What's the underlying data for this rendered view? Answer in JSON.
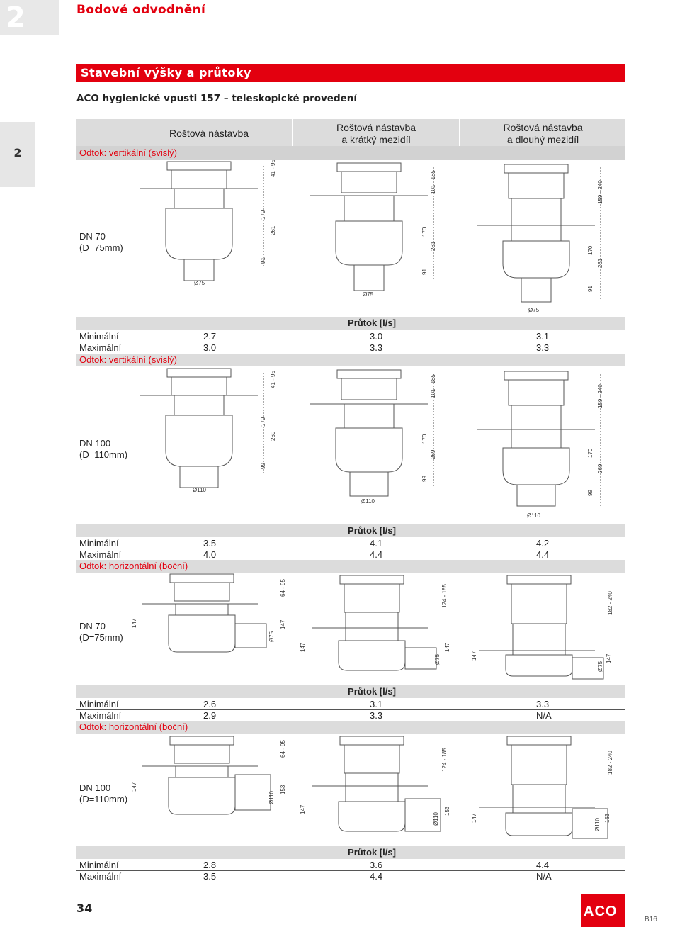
{
  "header": {
    "chapter": "2",
    "title": "Bodové odvodnění",
    "side_tab": "2"
  },
  "section": {
    "banner": "Stavební výšky a průtoky",
    "subtitle": "ACO hygienické vpusti 157 – teleskopické provedení"
  },
  "columns": [
    "Roštová nástavba",
    "Roštová nástavba\na krátký mezidíl",
    "Roštová nástavba\na dlouhý mezidíl"
  ],
  "labels": {
    "flow_title": "Průtok [l/s]",
    "min": "Minimální",
    "max": "Maximální"
  },
  "sections": [
    {
      "outlet": "Odtok: vertikální (svislý)",
      "dn": "DN 70\n(D=75mm)",
      "diameter": "Ø75",
      "dims": [
        [
          "41 - 95",
          "170",
          "261",
          "91"
        ],
        [
          "101 - 185",
          "170",
          "261",
          "91"
        ],
        [
          "159 - 240",
          "170",
          "261",
          "91"
        ]
      ],
      "min": [
        "2.7",
        "3.0",
        "3.1"
      ],
      "max": [
        "3.0",
        "3.3",
        "3.3"
      ]
    },
    {
      "outlet": "Odtok: vertikální (svislý)",
      "dn": "DN 100\n(D=110mm)",
      "diameter": "Ø110",
      "dims": [
        [
          "41 - 95",
          "170",
          "269",
          "99"
        ],
        [
          "101 - 185",
          "170",
          "269",
          "99"
        ],
        [
          "159 - 240",
          "170",
          "269",
          "99"
        ]
      ],
      "min": [
        "3.5",
        "4.1",
        "4.2"
      ],
      "max": [
        "4.0",
        "4.4",
        "4.4"
      ]
    },
    {
      "outlet": "Odtok: horizontální (boční)",
      "dn": "DN 70\n(D=75mm)",
      "diameter": "Ø75",
      "dims": [
        [
          "64 - 95",
          "147",
          "147"
        ],
        [
          "124 - 185",
          "147",
          "147"
        ],
        [
          "182 - 240",
          "147",
          "147"
        ]
      ],
      "min": [
        "2.6",
        "3.1",
        "3.3"
      ],
      "max": [
        "2.9",
        "3.3",
        "N/A"
      ]
    },
    {
      "outlet": "Odtok: horizontální (boční)",
      "dn": "DN 100\n(D=110mm)",
      "diameter": "Ø110",
      "dims": [
        [
          "64 - 95",
          "147",
          "153"
        ],
        [
          "124 - 185",
          "147",
          "153"
        ],
        [
          "182 - 240",
          "147",
          "153"
        ]
      ],
      "min": [
        "2.8",
        "3.6",
        "4.4"
      ],
      "max": [
        "3.5",
        "4.4",
        "N/A"
      ]
    }
  ],
  "footer": {
    "page": "34",
    "logo": "ACO",
    "ref": "B16"
  }
}
